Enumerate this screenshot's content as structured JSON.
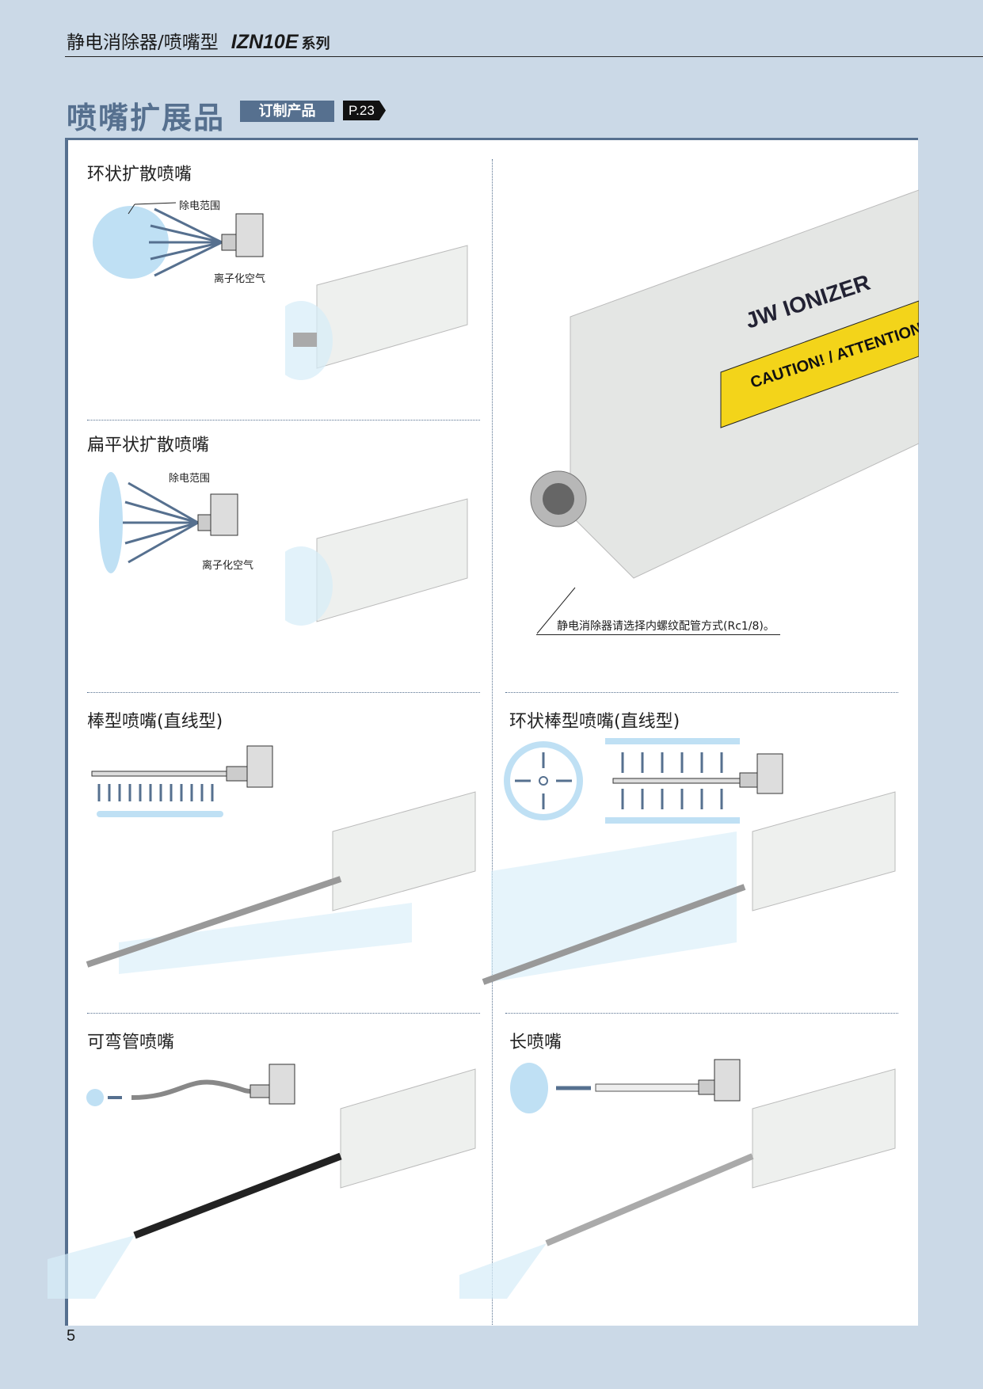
{
  "header": {
    "title": "静电消除器/喷嘴型",
    "model": "IZN10E",
    "series": "系列"
  },
  "section_title": "喷嘴扩展品",
  "badge": "订制产品",
  "page_ref": "P.23",
  "sections": [
    {
      "title": "环状扩散喷嘴",
      "labels": [
        "除电范围",
        "离子化空气"
      ]
    },
    {
      "title": "扁平状扩散喷嘴",
      "labels": [
        "除电范围",
        "离子化空气"
      ]
    },
    {
      "title": "棒型喷嘴(直线型)"
    },
    {
      "title": "环状棒型喷嘴(直线型)"
    },
    {
      "title": "可弯管喷嘴"
    },
    {
      "title": "长喷嘴"
    }
  ],
  "product": {
    "brand": "JW IONIZER",
    "caution": "CAUTION! / ATTENTION",
    "note": "静电消除器请选择内螺纹配管方式(Rc1/8)。"
  },
  "page_number": "5",
  "colors": {
    "accent": "#56708f",
    "background": "#cbd9e7",
    "halo": "#bfe0f4"
  }
}
